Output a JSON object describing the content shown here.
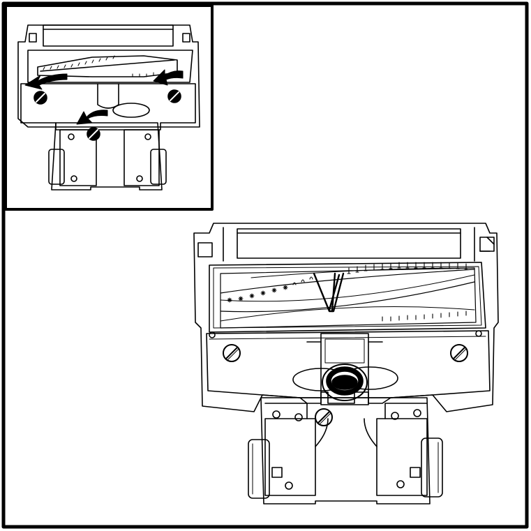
{
  "figure": {
    "kind": "line-art instructional diagram",
    "panels": [
      {
        "id": "inset",
        "description_visible_text": ""
      },
      {
        "id": "main",
        "description_visible_text": ""
      }
    ],
    "line_color": "#000000",
    "background_color": "#ffffff",
    "accent_fill": "#000000",
    "icons": {
      "screw": "slotted-screw-icon",
      "arrow": "curved-arrow-icon",
      "brushroll": "brushroll",
      "belt": "belt"
    }
  }
}
